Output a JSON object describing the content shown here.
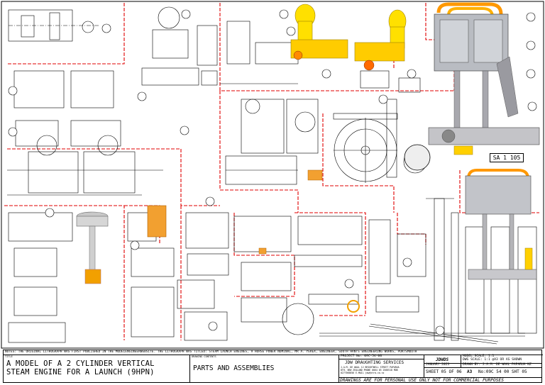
{
  "drawing": {
    "sa_tag": "SA 1 105"
  },
  "title_block": {
    "notes": "NOTES: THE ORIGINAL LITHOGRAPH WAS FIRST PUBLISHED IN THE MODELENGINEERWEBSITE. THE LITHOGRAPH WAS TITLED: STEAM LAUNCH ENGINES, 9 HORSE POWER NOMINAL, MR A. YEREX, ENGINEER, SOUTH HANTS ENGINEERING WORKS, PORTSMOUTH",
    "title_label": "TITLE",
    "title_line1": "A MODEL OF A 2 CYLINDER VERTICAL",
    "title_line2": "STEAM ENGINE FOR A LAUNCH (9HPN)",
    "contents_label": "DRAWING CONTENTS",
    "contents": "PARTS AND ASSEMBLIES",
    "project": "PROJECT No: 09C-54-00",
    "company": "JDW DRAUGHTING SERVICES",
    "address1": "J.A.M. DE WAAL 12 BRIGHTWELL STREET PAPARUA",
    "address2": "8TH. NEW ZEALAND PHONE 0064 03 2566518 MOB",
    "address3": "0277065856 E-MAIL jdw@xtra.co.nz",
    "logo": "JDWDS",
    "date": "JANUARY 2023",
    "model_scale": "MODEL SCALE: 1:1",
    "dwg_scale": "DWG SCALE: 1:1 @A3 OR AS SHOWN",
    "drawn_by": "DRAWN BY: J.A.M. DE WAAL PAPARUA NZ",
    "sheet": "SHEET 05 OF 06",
    "size": "A3",
    "drawing_no": "No:09C 54 00 SHT 05",
    "disclaimer": "DRAWINGS ARE FOR PERSONAL USE ONLY NOT FOR COMMERCIAL PURPOSES"
  }
}
